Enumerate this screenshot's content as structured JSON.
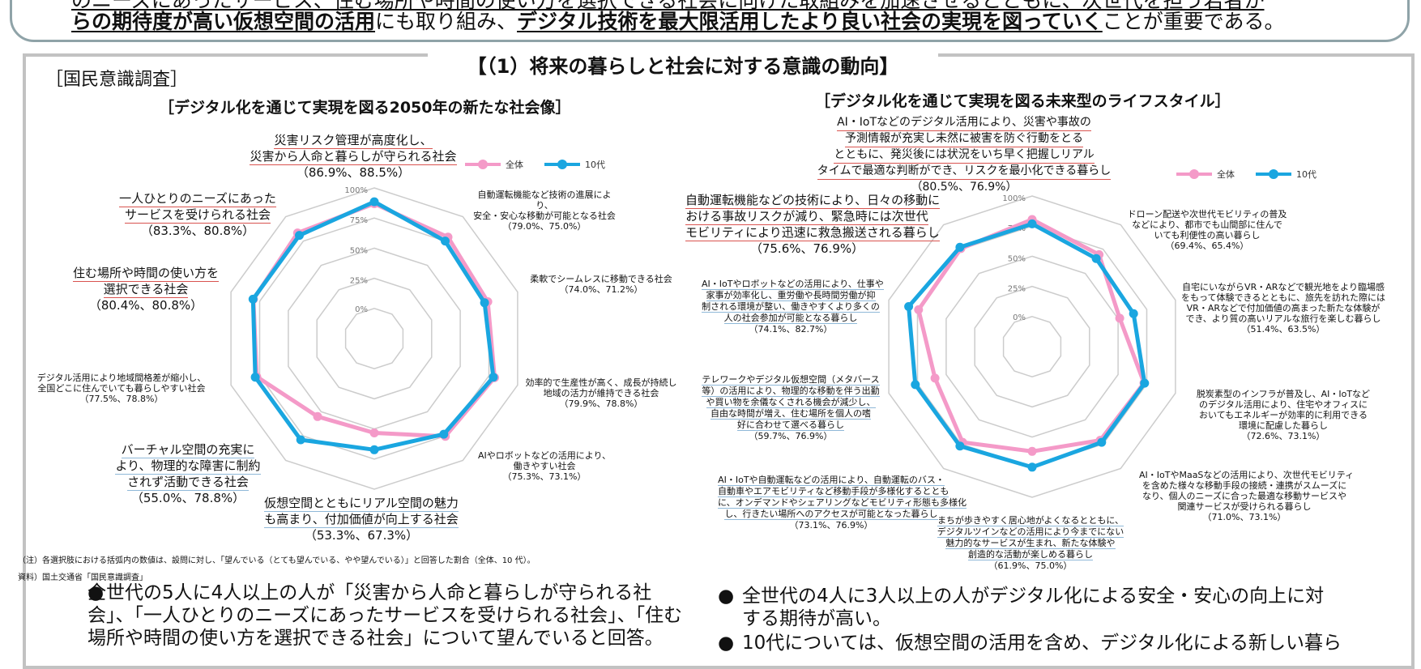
{
  "header_box": {
    "line1_partial": "のニーズにあったサービス、住む場所や時間の使い方を選択できる社会に向けた取組みを加速させるとともに、次世代を担う若者か",
    "line2": [
      {
        "text": "らの期待度が高い仮想空間の活用",
        "underline": true
      },
      {
        "text": "にも取り組み、",
        "underline": false
      },
      {
        "text": "デジタル技術を最大限活用したより良い社会の実現を図っていく",
        "underline": true
      },
      {
        "text": "ことが重要である。",
        "underline": false
      }
    ]
  },
  "section_title": "【（1）将来の暮らしと社会に対する意識の動向】",
  "survey_label": "［国民意識調査］",
  "colors": {
    "all_ages": "#f49ac8",
    "teens": "#1aa6e0",
    "grid": "#cccccc",
    "frame": "#c2c2c2",
    "topbox_border": "#8fa3a8"
  },
  "legend": {
    "all": "全体",
    "teens": "10代"
  },
  "left_chart_title": "［デジタル化を通じて実現を図る2050年の新たな社会像］",
  "right_chart_title": "［デジタル化を通じて実現を図る未来型のライフスタイル］",
  "radial_ticks": [
    "100%",
    "75%",
    "50%",
    "25%",
    "0%"
  ],
  "chart_data": [
    {
      "type": "radar",
      "title": "［デジタル化を通じて実現を図る2050年の新たな社会像］",
      "legend": [
        "全体",
        "10代"
      ],
      "rlim": [
        0,
        100
      ],
      "rticks": [
        0,
        25,
        50,
        75,
        100
      ],
      "categories": [
        "災害リスク管理が高度化し、災害から人命と暮らしが守られる社会",
        "自動運転機能など技術の進展により、安全・安心な移動が可能となる社会",
        "柔軟でシームレスに移動できる社会",
        "効率的で生産性が高く、成長が持続し地域の活力が維持できる社会",
        "AIやロボットなどの活用により、働きやすい社会",
        "仮想空間とともにリアル空間の魅力も高まり、付加価値が向上する社会",
        "バーチャル空間の充実により、物理的な障害に制約されず活動できる社会",
        "デジタル活用により地域間格差が縮小し、全国どこに住んでいても暮らしやすい社会",
        "住む場所や時間の使い方を選択できる社会",
        "一人ひとりのニーズにあったサービスを受けられる社会"
      ],
      "series": [
        {
          "name": "全体",
          "values": [
            86.9,
            79.0,
            74.0,
            79.9,
            75.3,
            53.3,
            55.0,
            77.5,
            80.4,
            83.3
          ]
        },
        {
          "name": "10代",
          "values": [
            88.5,
            75.0,
            71.2,
            78.8,
            73.1,
            67.3,
            78.8,
            78.8,
            80.8,
            80.8
          ]
        }
      ]
    },
    {
      "type": "radar",
      "title": "［デジタル化を通じて実現を図る未来型のライフスタイル］",
      "legend": [
        "全体",
        "10代"
      ],
      "rlim": [
        0,
        100
      ],
      "rticks": [
        0,
        25,
        50,
        75,
        100
      ],
      "categories": [
        "AI・IoTなどのデジタル活用により、災害や事故の予測情報が充実し未然に被害を防ぐ行動をとるとともに、発災後には状況をいち早く把握しリアルタイムで最適な判断ができ、リスクを最小化できる暮らし",
        "ドローン配送や次世代モビリティの普及などにより、都市でも山間部に住んでいても利便性の高い暮らし",
        "自宅にいながらVR・ARなどで観光地をより臨場感をもって体験できるとともに、旅先を訪れた際にはVR・ARなどで付加価値の高まった新たな体験ができ、より質の高いリアルな旅行を楽しむ暮らし",
        "脱炭素型のインフラが普及し、AI・IoTなどのデジタル活用により、住宅やオフィスにおいてもエネルギーが効率的に利用できる環境に配慮した暮らし",
        "AI・IoTやMaaSなどの活用により、次世代モビリティを含めた様々な移動手段の接続・連携がスムーズになり、個人のニーズに合った最適な移動サービスや関連サービスが受けられる暮らし",
        "まちが歩きやすく居心地がよくなるとともに、デジタルツインなどの活用により今までにない魅力的なサービスが生まれ、新たな体験や創造的な活動が楽しめる暮らし",
        "AI・IoTや自動運転などの活用により、自動運転のバス・自動車やエアモビリティなど移動手段が多様化するとともに、オンデマンドやシェアリングなどモビリティ形態も多様化し、行きたい場所へのアクセスが可能となった暮らし",
        "テレワークやデジタル仮想空間（メタバース等）の活用により、物理的な移動を伴う出勤や買い物を余儀なくされる機会が減少し、自由な時間が増え、住む場所を個人の嗜好に合わせて選べる暮らし",
        "AI・IoTやロボットなどの活用により、仕事や家事が効率化し、重労働や長時間労働が抑制される環境が整い、働きやすくより多くの人の社会参加が可能となる暮らし",
        "自動運転機能などの技術により、日々の移動における事故リスクが減り、緊急時には次世代モビリティにより迅速に救急搬送される暮らし"
      ],
      "series": [
        {
          "name": "全体",
          "values": [
            80.5,
            69.4,
            51.4,
            72.6,
            71.0,
            61.9,
            73.1,
            59.7,
            74.1,
            75.6
          ]
        },
        {
          "name": "10代",
          "values": [
            76.9,
            65.4,
            63.5,
            73.1,
            73.1,
            75.0,
            76.9,
            76.9,
            82.7,
            76.9
          ]
        }
      ]
    }
  ],
  "left_labels": [
    {
      "lines": [
        "災害リスク管理が高度化し、",
        "災害から人命と暮らしが守られる社会"
      ],
      "values": "（86.9%、88.5%）"
    },
    {
      "lines": [
        "自動運転機能など技術の進展によ",
        "り、",
        "安全・安心な移動が可能となる社会"
      ],
      "values": "（79.0%、75.0%）"
    },
    {
      "lines": [
        "柔軟でシームレスに移動できる社会"
      ],
      "values": "（74.0%、71.2%）"
    },
    {
      "lines": [
        "効率的で生産性が高く、成長が持続し",
        "地域の活力が維持できる社会"
      ],
      "values": "（79.9%、78.8%）"
    },
    {
      "lines": [
        "AIやロボットなどの活用により、",
        "働きやすい社会"
      ],
      "values": "（75.3%、73.1%）"
    },
    {
      "lines": [
        "仮想空間とともにリアル空間の魅力",
        "も高まり、付加価値が向上する社会"
      ],
      "values": "（53.3%、67.3%）"
    },
    {
      "lines": [
        "バーチャル空間の充実に",
        "より、物理的な障害に制約",
        "されず活動できる社会"
      ],
      "values": "（55.0%、78.8%）"
    },
    {
      "lines": [
        "デジタル活用により地域間格差が縮小し、",
        "全国どこに住んでいても暮らしやすい社会"
      ],
      "values": "（77.5%、78.8%）"
    },
    {
      "lines": [
        "住む場所や時間の使い方を",
        "選択できる社会"
      ],
      "values": "（80.4%、80.8%）"
    },
    {
      "lines": [
        "一人ひとりのニーズにあった",
        "サービスを受けられる社会"
      ],
      "values": "（83.3%、80.8%）"
    }
  ],
  "right_labels": [
    {
      "lines": [
        "AI・IoTなどのデジタル活用により、災害や事故の",
        "予測情報が充実し未然に被害を防ぐ行動をとる",
        "とともに、発災後には状況をいち早く把握しリアル",
        "タイムで最適な判断ができ、リスクを最小化できる暮らし"
      ],
      "values": "（80.5%、76.9%）"
    },
    {
      "lines": [
        "ドローン配送や次世代モビリティの普及",
        "などにより、都市でも山間部に住んで",
        "いても利便性の高い暮らし"
      ],
      "values": "（69.4%、65.4%）"
    },
    {
      "lines": [
        "自宅にいながらVR・ARなどで観光地をより臨場感",
        "をもって体験できるとともに、旅先を訪れた際には",
        "VR・ARなどで付加価値の高まった新たな体験が",
        "でき、より質の高いリアルな旅行を楽しむ暮らし"
      ],
      "values": "（51.4%、63.5%）"
    },
    {
      "lines": [
        "脱炭素型のインフラが普及し、AI・IoTなど",
        "のデジタル活用により、住宅やオフィスに",
        "おいてもエネルギーが効率的に利用できる",
        "環境に配慮した暮らし"
      ],
      "values": "（72.6%、73.1%）"
    },
    {
      "lines": [
        "AI・IoTやMaaSなどの活用により、次世代モビリティ",
        "を含めた様々な移動手段の接続・連携がスムーズに",
        "なり、個人のニーズに合った最適な移動サービスや",
        "関連サービスが受けられる暮らし"
      ],
      "values": "（71.0%、73.1%）"
    },
    {
      "lines": [
        "まちが歩きやすく居心地がよくなるとともに、",
        "デジタルツインなどの活用により今までにない",
        "魅力的なサービスが生まれ、新たな体験や",
        "創造的な活動が楽しめる暮らし"
      ],
      "values": "（61.9%、75.0%）"
    },
    {
      "lines": [
        "AI・IoTや自動運転などの活用により、自動運転のバス・",
        "自動車やエアモビリティなど移動手段が多様化するととも",
        "に、オンデマンドやシェアリングなどモビリティ形態も多様化",
        "し、行きたい場所へのアクセスが可能となった暮らし"
      ],
      "values": "（73.1%、76.9%）"
    },
    {
      "lines": [
        "テレワークやデジタル仮想空間（メタバース",
        "等）の活用により、物理的な移動を伴う出勤",
        "や買い物を余儀なくされる機会が減少し、",
        "自由な時間が増え、住む場所を個人の嗜",
        "好に合わせて選べる暮らし"
      ],
      "values": "（59.7%、76.9%）"
    },
    {
      "lines": [
        "AI・IoTやロボットなどの活用により、仕事や",
        "家事が効率化し、重労働や長時間労働が抑",
        "制される環境が整い、働きやすくより多くの",
        "人の社会参加が可能となる暮らし"
      ],
      "values": "（74.1%、82.7%）"
    },
    {
      "lines": [
        "自動運転機能などの技術により、日々の移動に",
        "おける事故リスクが減り、緊急時には次世代",
        "モビリティにより迅速に救急搬送される暮らし"
      ],
      "values": "（75.6%、76.9%）"
    }
  ],
  "notes": {
    "note": "（注）各選択肢における括弧内の数値は、設問に対し、「望んでいる（とても望んでいる、やや望んでいる）」と回答した割合（全体、10 代）。",
    "source": "資料）国土交通省「国民意識調査」"
  },
  "bullets_left": [
    {
      "lines": [
        "全世代の5人に4人以上の人が「災害から人命と暮らしが守られる社",
        "会」、「一人ひとりのニーズにあったサービスを受けられる社会」、「住む",
        "場所や時間の使い方を選択できる社会」について望んでいると回答。"
      ]
    }
  ],
  "bullets_right": [
    {
      "lines": [
        "全世代の4人に3人以上の人がデジタル化による安全・安心の向上に対",
        "する期待が高い。"
      ]
    },
    {
      "lines": [
        "10代については、仮想空間の活用を含め、デジタル化による新しい暮ら"
      ]
    }
  ]
}
